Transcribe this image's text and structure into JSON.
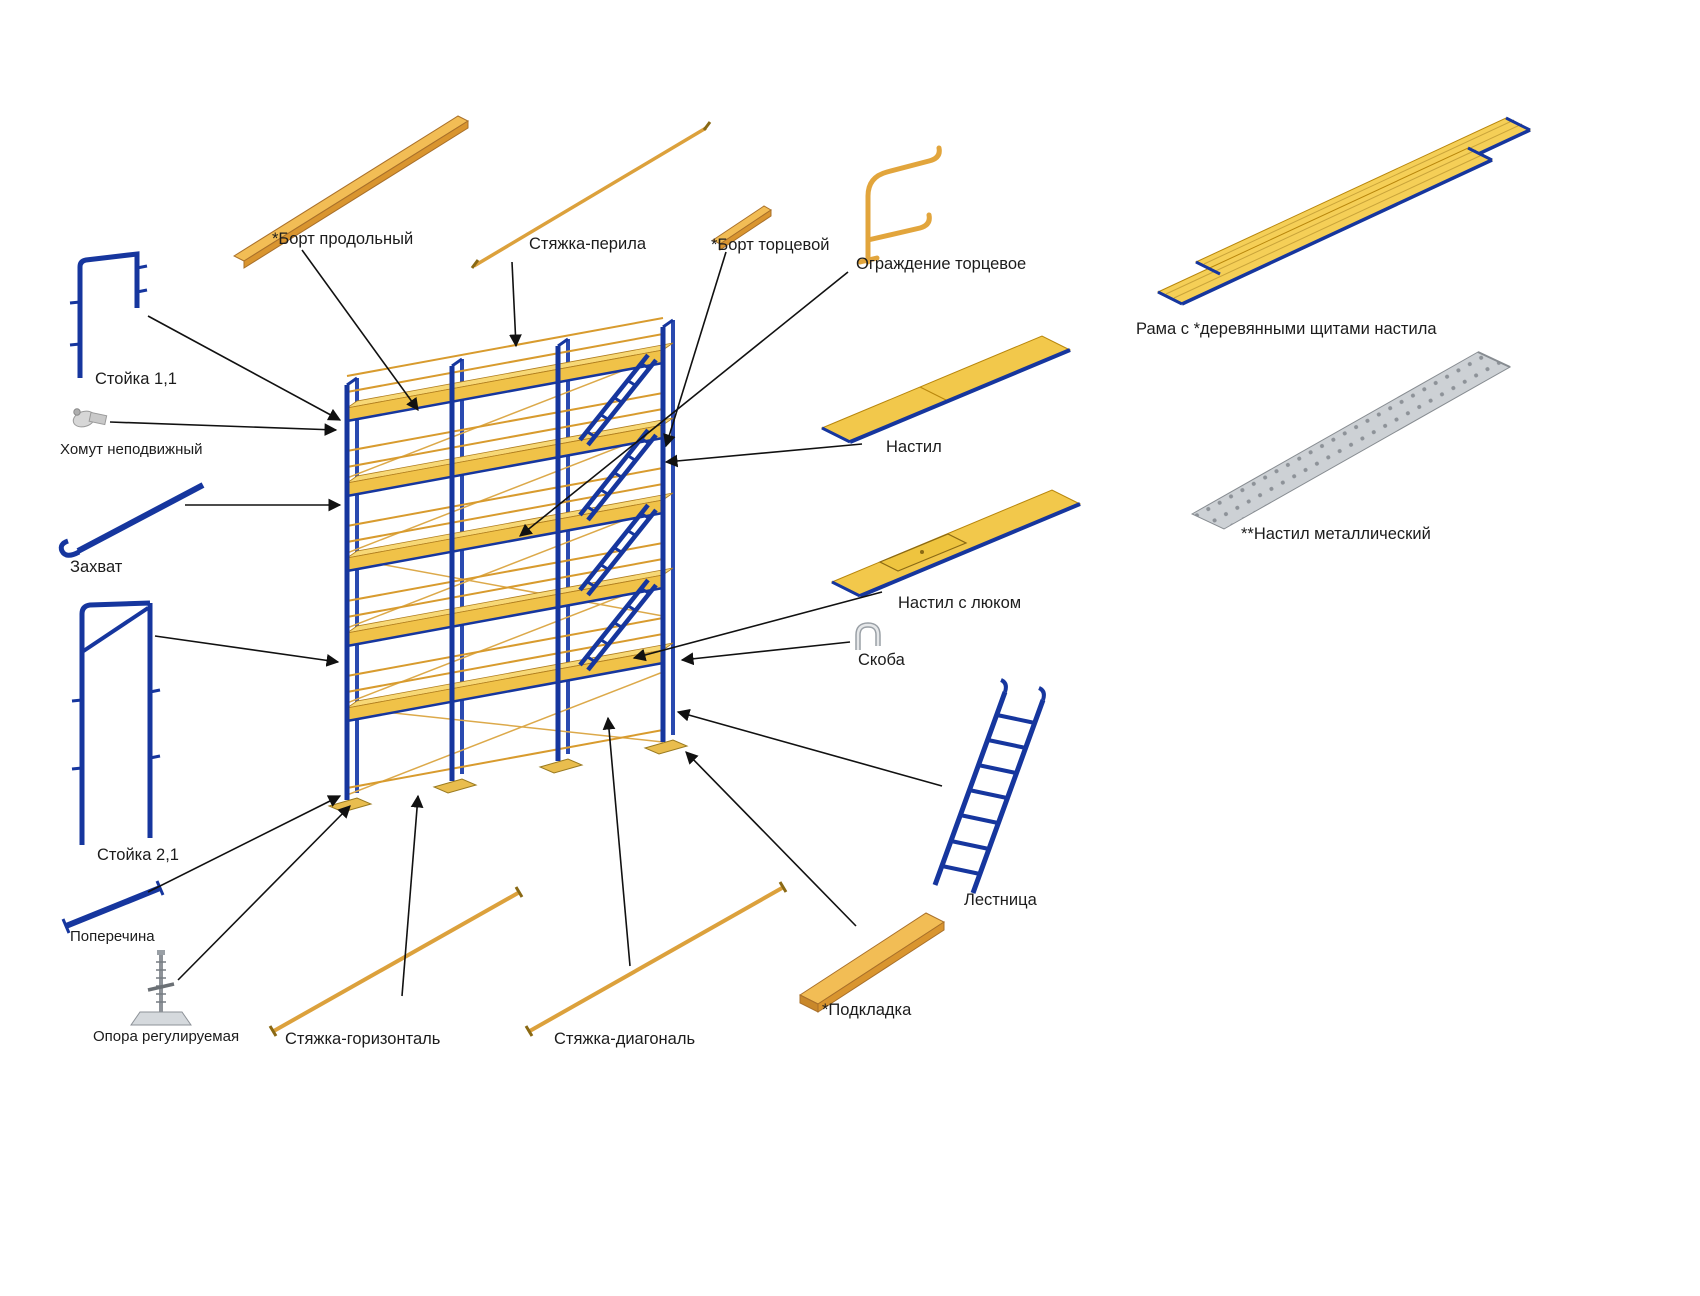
{
  "labels": {
    "stoika_1_1": "Стойка 1,1",
    "khomut": "Хомут неподвижный",
    "zakhvat": "Захват",
    "stoika_2_1": "Стойка 2,1",
    "poperechina": "Поперечина",
    "opora": "Опора регулируемая",
    "bort_prodolny": "*Борт продольный",
    "styazhka_perila": "Стяжка-перила",
    "bort_tortsevoy": "*Борт торцевой",
    "ograzhdenie_tortsevoe": "Ограждение торцевое",
    "nastil": "Настил",
    "nastil_s_lyukom": "Настил с люком",
    "skoba": "Скоба",
    "rama": "Рама с *деревянными щитами  настила",
    "nastil_metallicheskiy": "**Настил металлический",
    "lestnitsa": "Лестница",
    "podkladka": "*Подкладка",
    "styazhka_gorizontal": "Стяжка-горизонталь",
    "styazhka_diagonal": "Стяжка-диагональ"
  },
  "colors": {
    "scaffold_blue": "#16369e",
    "deck_yellow": "#f2c84b",
    "wood_yellow": "#f5cf57",
    "tube_orange": "#e2a53c",
    "board_orange": "#d9952f",
    "metal_gray": "#cdd1d5",
    "arrow_black": "#111111"
  }
}
